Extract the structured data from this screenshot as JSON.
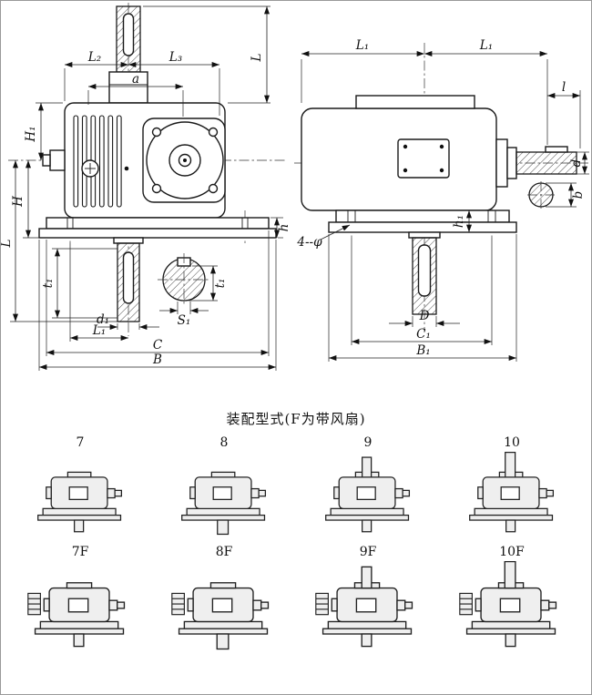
{
  "caption": "装配型式(F为带风扇)",
  "dims": {
    "left": {
      "L2": "L₂",
      "L3": "L₃",
      "a": "a",
      "L_shaft": "L",
      "H1": "H₁",
      "H": "H",
      "L_total": "L",
      "h": "h",
      "t1_shaft": "t₁",
      "d1": "d₁",
      "S1": "S₁",
      "t1_section": "t₁",
      "L1": "L₁",
      "C": "C",
      "B": "B"
    },
    "right": {
      "L1_left": "L₁",
      "L1_right": "L₁",
      "l": "l",
      "d": "d",
      "b": "b",
      "holes": "4--φ",
      "h1": "h₁",
      "D": "D",
      "C1": "C₁",
      "B1": "B₁"
    }
  },
  "variants": {
    "row1": [
      "7",
      "8",
      "9",
      "10"
    ],
    "row2": [
      "7F",
      "8F",
      "9F",
      "10F"
    ]
  }
}
